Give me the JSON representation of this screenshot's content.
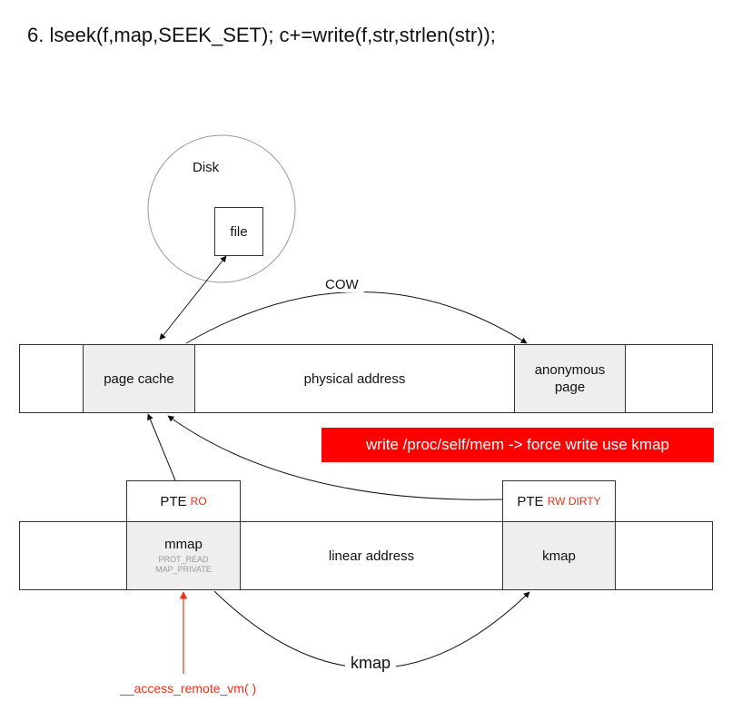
{
  "title": "6. lseek(f,map,SEEK_SET); c+=write(f,str,strlen(str));",
  "disk": {
    "label": "Disk",
    "file": "file"
  },
  "cow_label": "COW",
  "physical_row": {
    "page_cache": "page cache",
    "physical_address": "physical address",
    "anonymous_page_line1": "anonymous",
    "anonymous_page_line2": "page"
  },
  "banner": "write  /proc/self/mem -> force write use kmap",
  "pte_ro": {
    "prefix": "PTE",
    "flag": "RO"
  },
  "pte_rw": {
    "prefix": "PTE",
    "flag": "RW DIRTY"
  },
  "linear_row": {
    "mmap": "mmap",
    "prot_read": "PROT_READ",
    "map_private": "MAP_PRIVATE",
    "linear_address": "linear address",
    "kmap": "kmap"
  },
  "kmap_label": "kmap",
  "access_remote": "__access_remote_vm( )",
  "colors": {
    "accent_red": "#e8321e",
    "banner_red": "#ff0000",
    "cell_gray": "#eeeeee"
  }
}
